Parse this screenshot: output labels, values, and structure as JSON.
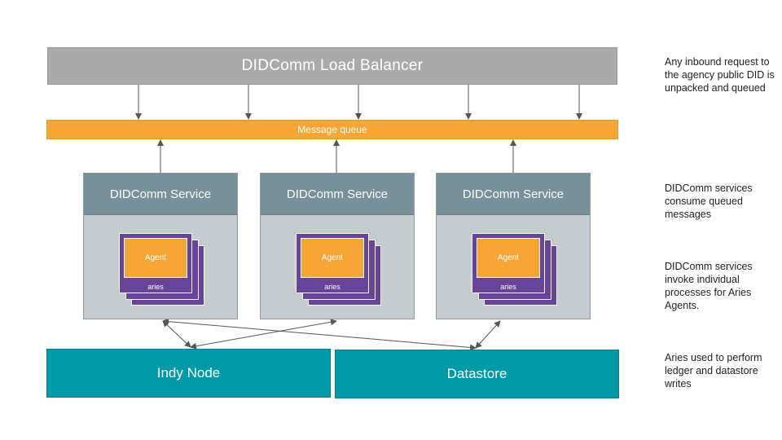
{
  "load_balancer": {
    "label": "DIDComm Load Balancer"
  },
  "message_queue": {
    "label": "Message queue"
  },
  "services": [
    {
      "label": "DIDComm Service",
      "agent_label": "Agent",
      "card_label": "aries"
    },
    {
      "label": "DIDComm Service",
      "agent_label": "Agent",
      "card_label": "aries"
    },
    {
      "label": "DIDComm Service",
      "agent_label": "Agent",
      "card_label": "aries"
    }
  ],
  "stores": {
    "indy": "Indy Node",
    "datastore": "Datastore"
  },
  "notes": [
    "Any inbound request to the agency public DID is unpacked and queued",
    "DIDComm services consume queued messages",
    "DIDComm services invoke individual processes for Aries Agents.",
    "Aries used to perform ledger and datastore writes"
  ],
  "colors": {
    "load_balancer": "#aaaaaa",
    "queue": "#f7a535",
    "service_header": "#78909a",
    "service_body": "#c5ccd0",
    "aries_card": "#67449a",
    "agent": "#f7a535",
    "store": "#0099a8"
  }
}
